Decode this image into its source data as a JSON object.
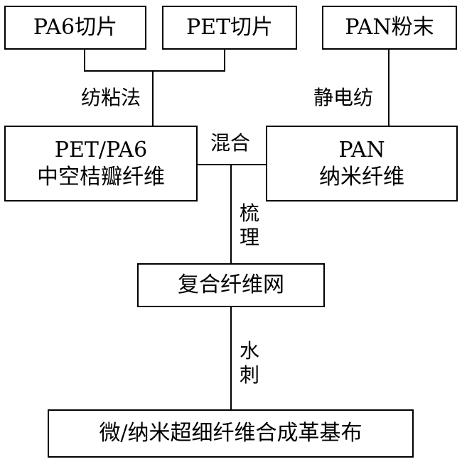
{
  "diagram": {
    "materials": {
      "pa6_chips": "PA6切片",
      "pet_chips": "PET切片",
      "pan_powder": "PAN粉末"
    },
    "processes": {
      "spunbond": "纺粘法",
      "electrospinning": "静电纺",
      "mixing": "混合",
      "carding": "梳理",
      "hydroentangling": "水刺"
    },
    "intermediates": {
      "segmented_fiber_line1": "PET/PA6",
      "segmented_fiber_line2": "中空桔瓣纤维",
      "pan_nanofiber_line1": "PAN",
      "pan_nanofiber_line2": "纳米纤维",
      "composite_web": "复合纤维网"
    },
    "product": "微/纳米超细纤维合成革基布"
  }
}
